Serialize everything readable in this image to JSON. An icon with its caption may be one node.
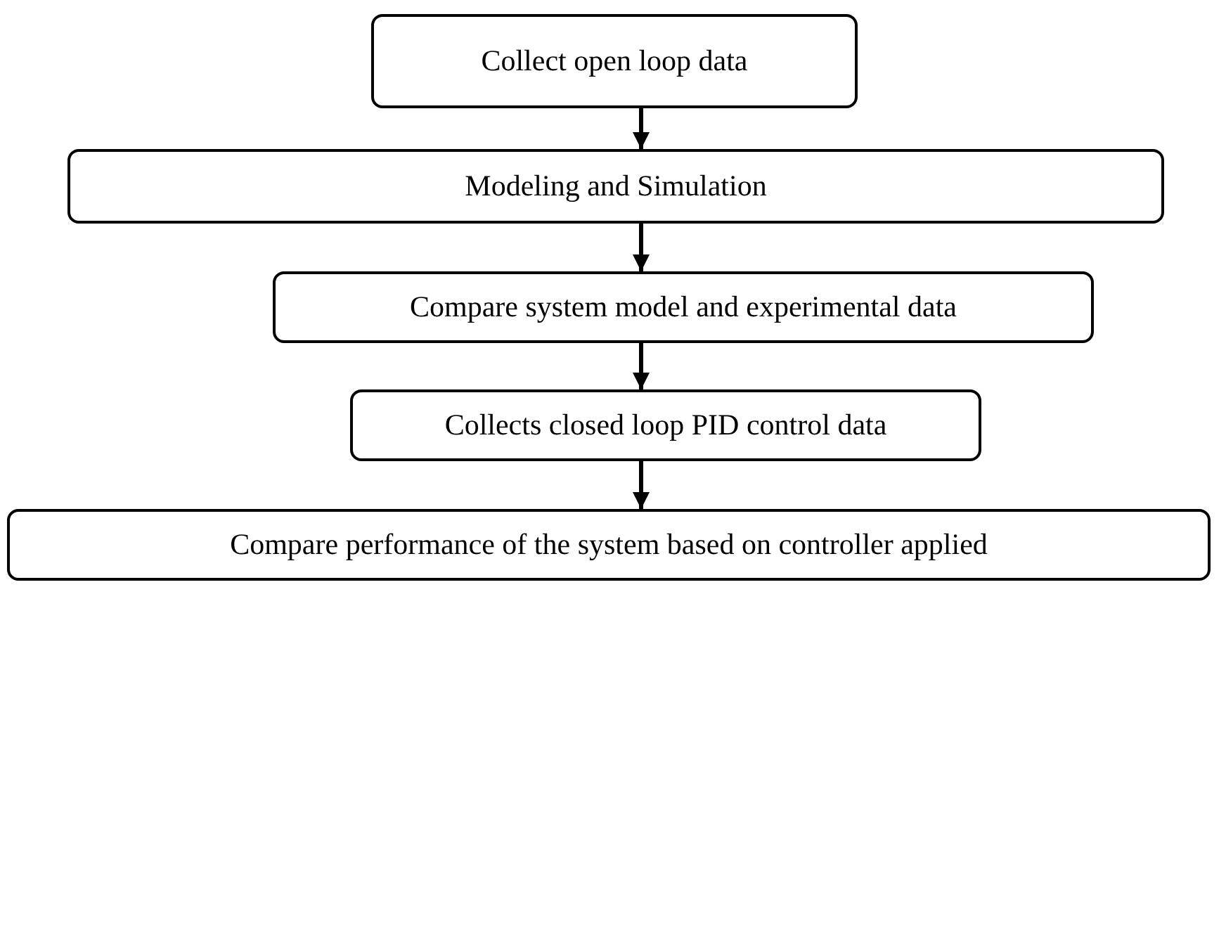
{
  "diagram": {
    "nodes": [
      {
        "text": [
          "Collect open loop data"
        ]
      },
      {
        "text": [
          "Modeling and Simulation"
        ]
      },
      {
        "text": [
          "Compare system model and experimental data"
        ]
      },
      {
        "text": [
          "Collects closed loop PID control data"
        ]
      },
      {
        "text": [
          "Compare performance of the system based on controller applied"
        ]
      }
    ],
    "edges": [
      {
        "from": 0,
        "to": 1,
        "arrow": "to"
      },
      {
        "from": 1,
        "to": 2,
        "arrow": "to"
      },
      {
        "from": 2,
        "to": 3,
        "arrow": "to"
      },
      {
        "from": 3,
        "to": 4,
        "arrow": "to"
      }
    ]
  }
}
